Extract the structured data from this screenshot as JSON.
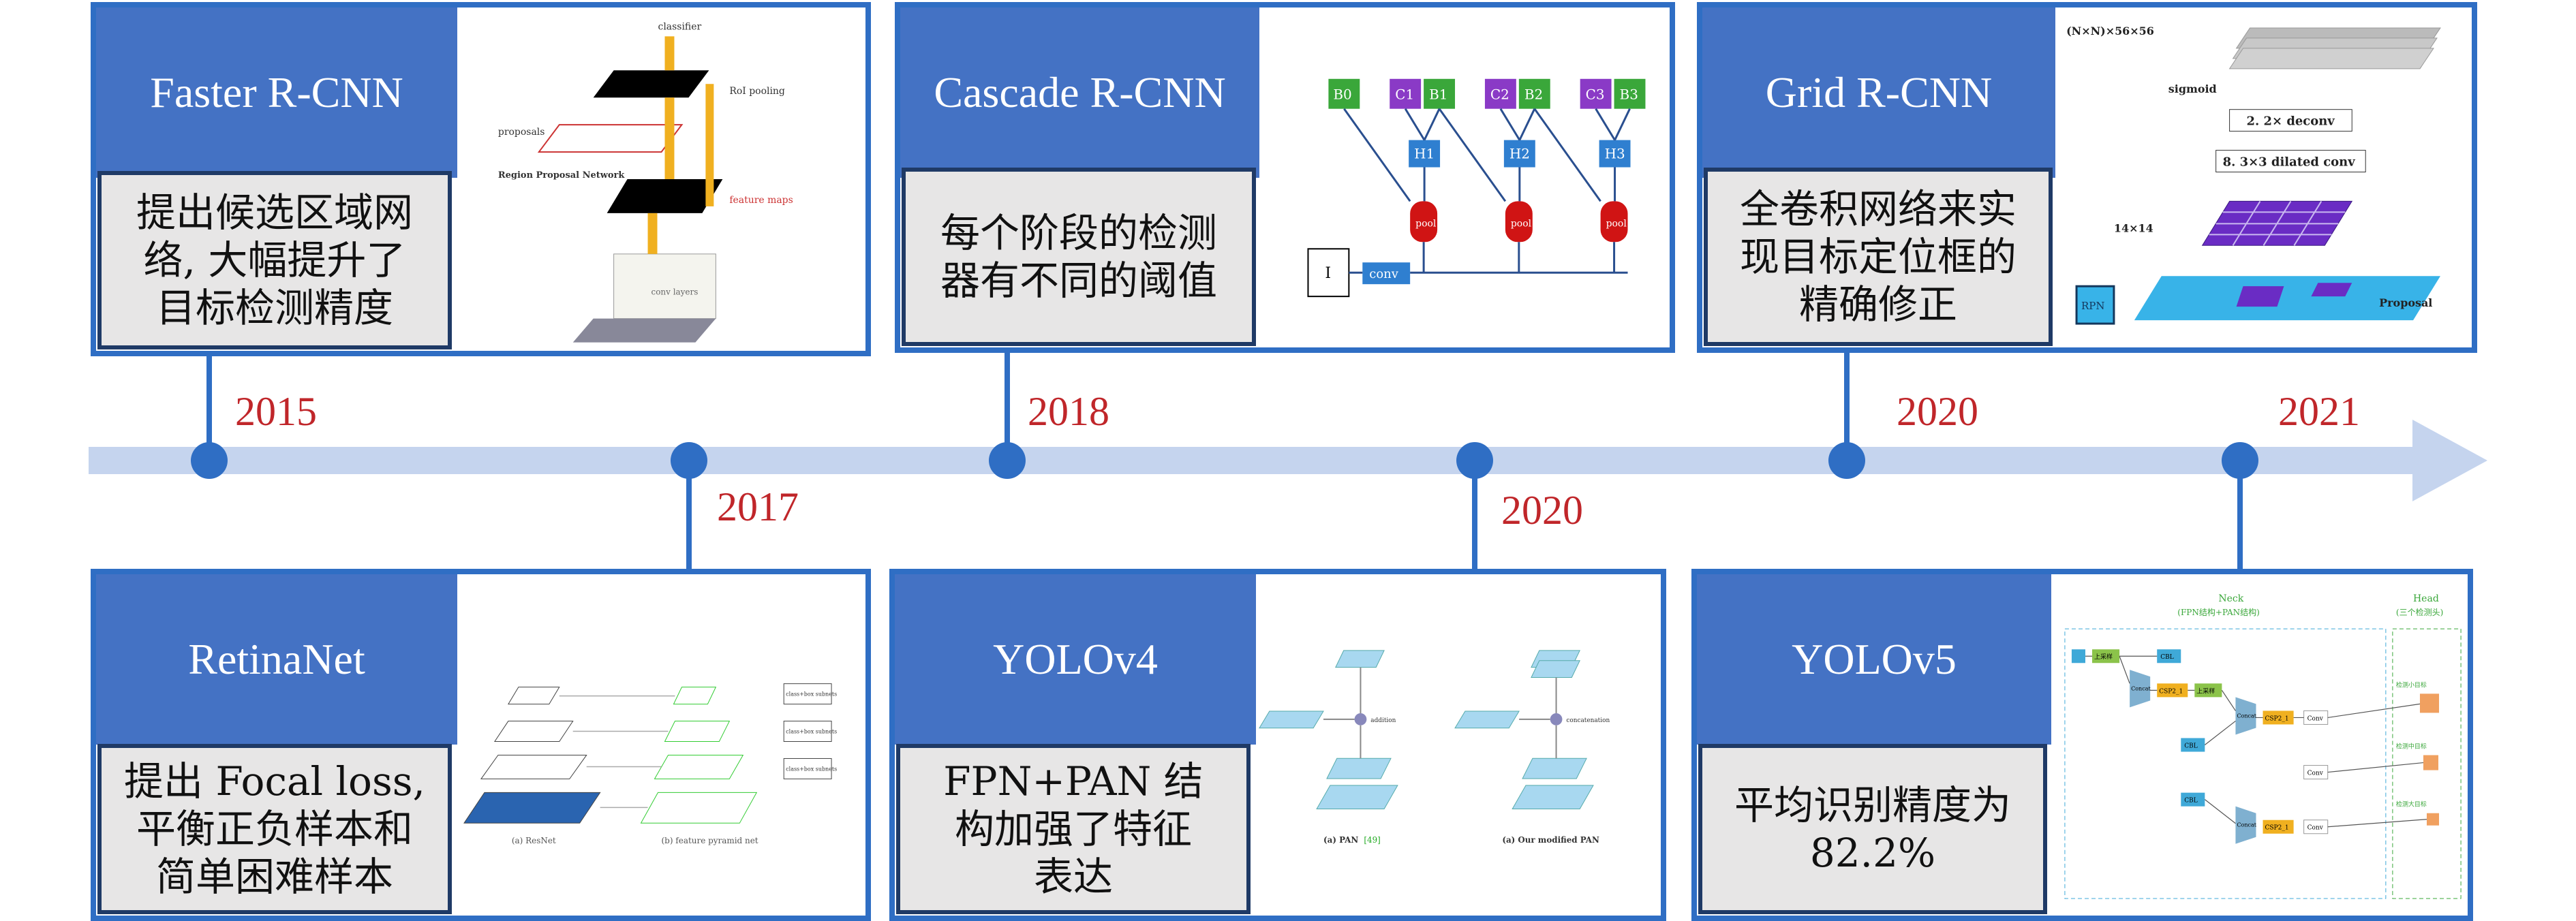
{
  "colors": {
    "card_border": "#2f6ec4",
    "title_bg": "#4472c4",
    "desc_bg": "#e7e6e6",
    "year_text": "#c0262a",
    "timeline": "#c5d4ee"
  },
  "milestones": [
    {
      "name": "Faster R-CNN",
      "year": "2015",
      "desc": [
        "提出候选区域网",
        "络, 大幅提升了",
        "目标检测精度"
      ],
      "figure": {
        "icon": "region-proposal-network-diagram",
        "labels": [
          "classifier",
          "RoI pooling",
          "proposals",
          "Region Proposal Network",
          "feature maps",
          "conv layers"
        ]
      }
    },
    {
      "name": "RetinaNet",
      "year": "2017",
      "desc": [
        "提出 Focal loss,",
        "平衡正负样本和",
        "简单困难样本"
      ],
      "figure": {
        "icon": "feature-pyramid-diagram",
        "labels": [
          "(a) ResNet",
          "(b) feature pyramid net",
          "class+box subnets",
          "class+box subnets",
          "class+box subnets"
        ]
      }
    },
    {
      "name": "Cascade R-CNN",
      "year": "2018",
      "desc": [
        "每个阶段的检测",
        "器有不同的阈值"
      ],
      "figure": {
        "icon": "cascade-detector-diagram",
        "labels": [
          "B0",
          "C1",
          "B1",
          "C2",
          "B2",
          "C3",
          "B3",
          "H1",
          "H2",
          "H3",
          "pool",
          "pool",
          "pool",
          "I",
          "conv"
        ]
      }
    },
    {
      "name": "YOLOv4",
      "year": "2020",
      "desc": [
        "FPN+PAN 结",
        "构加强了特征",
        "表达"
      ],
      "figure": {
        "icon": "pan-diagram",
        "labels": [
          "(a) PAN",
          "[49]",
          "(a) Our modified PAN",
          "addition",
          "concatenation"
        ]
      }
    },
    {
      "name": "Grid R-CNN",
      "year": "2020",
      "desc": [
        "全卷积网络来实",
        "现目标定位框的",
        "精确修正"
      ],
      "figure": {
        "icon": "grid-guided-localization-diagram",
        "labels": [
          "(N×N)×56×56",
          "sigmoid",
          "2. 2× deconv",
          "8. 3×3 dilated conv",
          "14×14",
          "RPN",
          "Proposal"
        ]
      }
    },
    {
      "name": "YOLOv5",
      "year": "2021",
      "desc": [
        "平均识别精度为",
        "82.2%"
      ],
      "figure": {
        "icon": "yolov5-architecture-diagram",
        "labels": [
          "Neck",
          "(FPN结构+PAN结构)",
          "Head",
          "(三个检测头)",
          "上采样",
          "上采样",
          "Concat",
          "Concat",
          "Concat",
          "CSP2_1",
          "CSP2_1",
          "CSP2_1",
          "CBL",
          "CBL",
          "CBL",
          "Conv",
          "Conv",
          "Conv",
          "检测小目标",
          "检测中目标",
          "检测大目标"
        ]
      }
    }
  ]
}
